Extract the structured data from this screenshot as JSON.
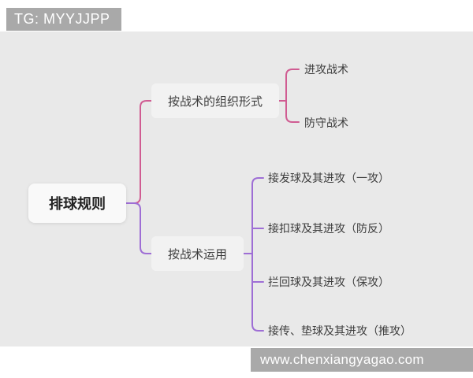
{
  "watermarks": {
    "top_left": "TG: MYYJJPP",
    "bottom_right": "www.chenxiangyagao.com"
  },
  "colors": {
    "branch_top_line": "#d05c92",
    "branch_bottom_line": "#9e6ed5",
    "canvas_background": "#e9e9e9",
    "watermark_background": "#a9a9a9",
    "node_background": "#f9f9f9",
    "text": "#3d3d3d"
  },
  "mindmap": {
    "root": "排球规则",
    "branches": [
      {
        "label": "按战术的组织形式",
        "children": [
          "进攻战术",
          "防守战术"
        ]
      },
      {
        "label": "按战术运用",
        "children": [
          "接发球及其进攻（一攻）",
          "接扣球及其进攻（防反）",
          "拦回球及其进攻（保攻）",
          "接传、垫球及其进攻（推攻）"
        ]
      }
    ]
  }
}
